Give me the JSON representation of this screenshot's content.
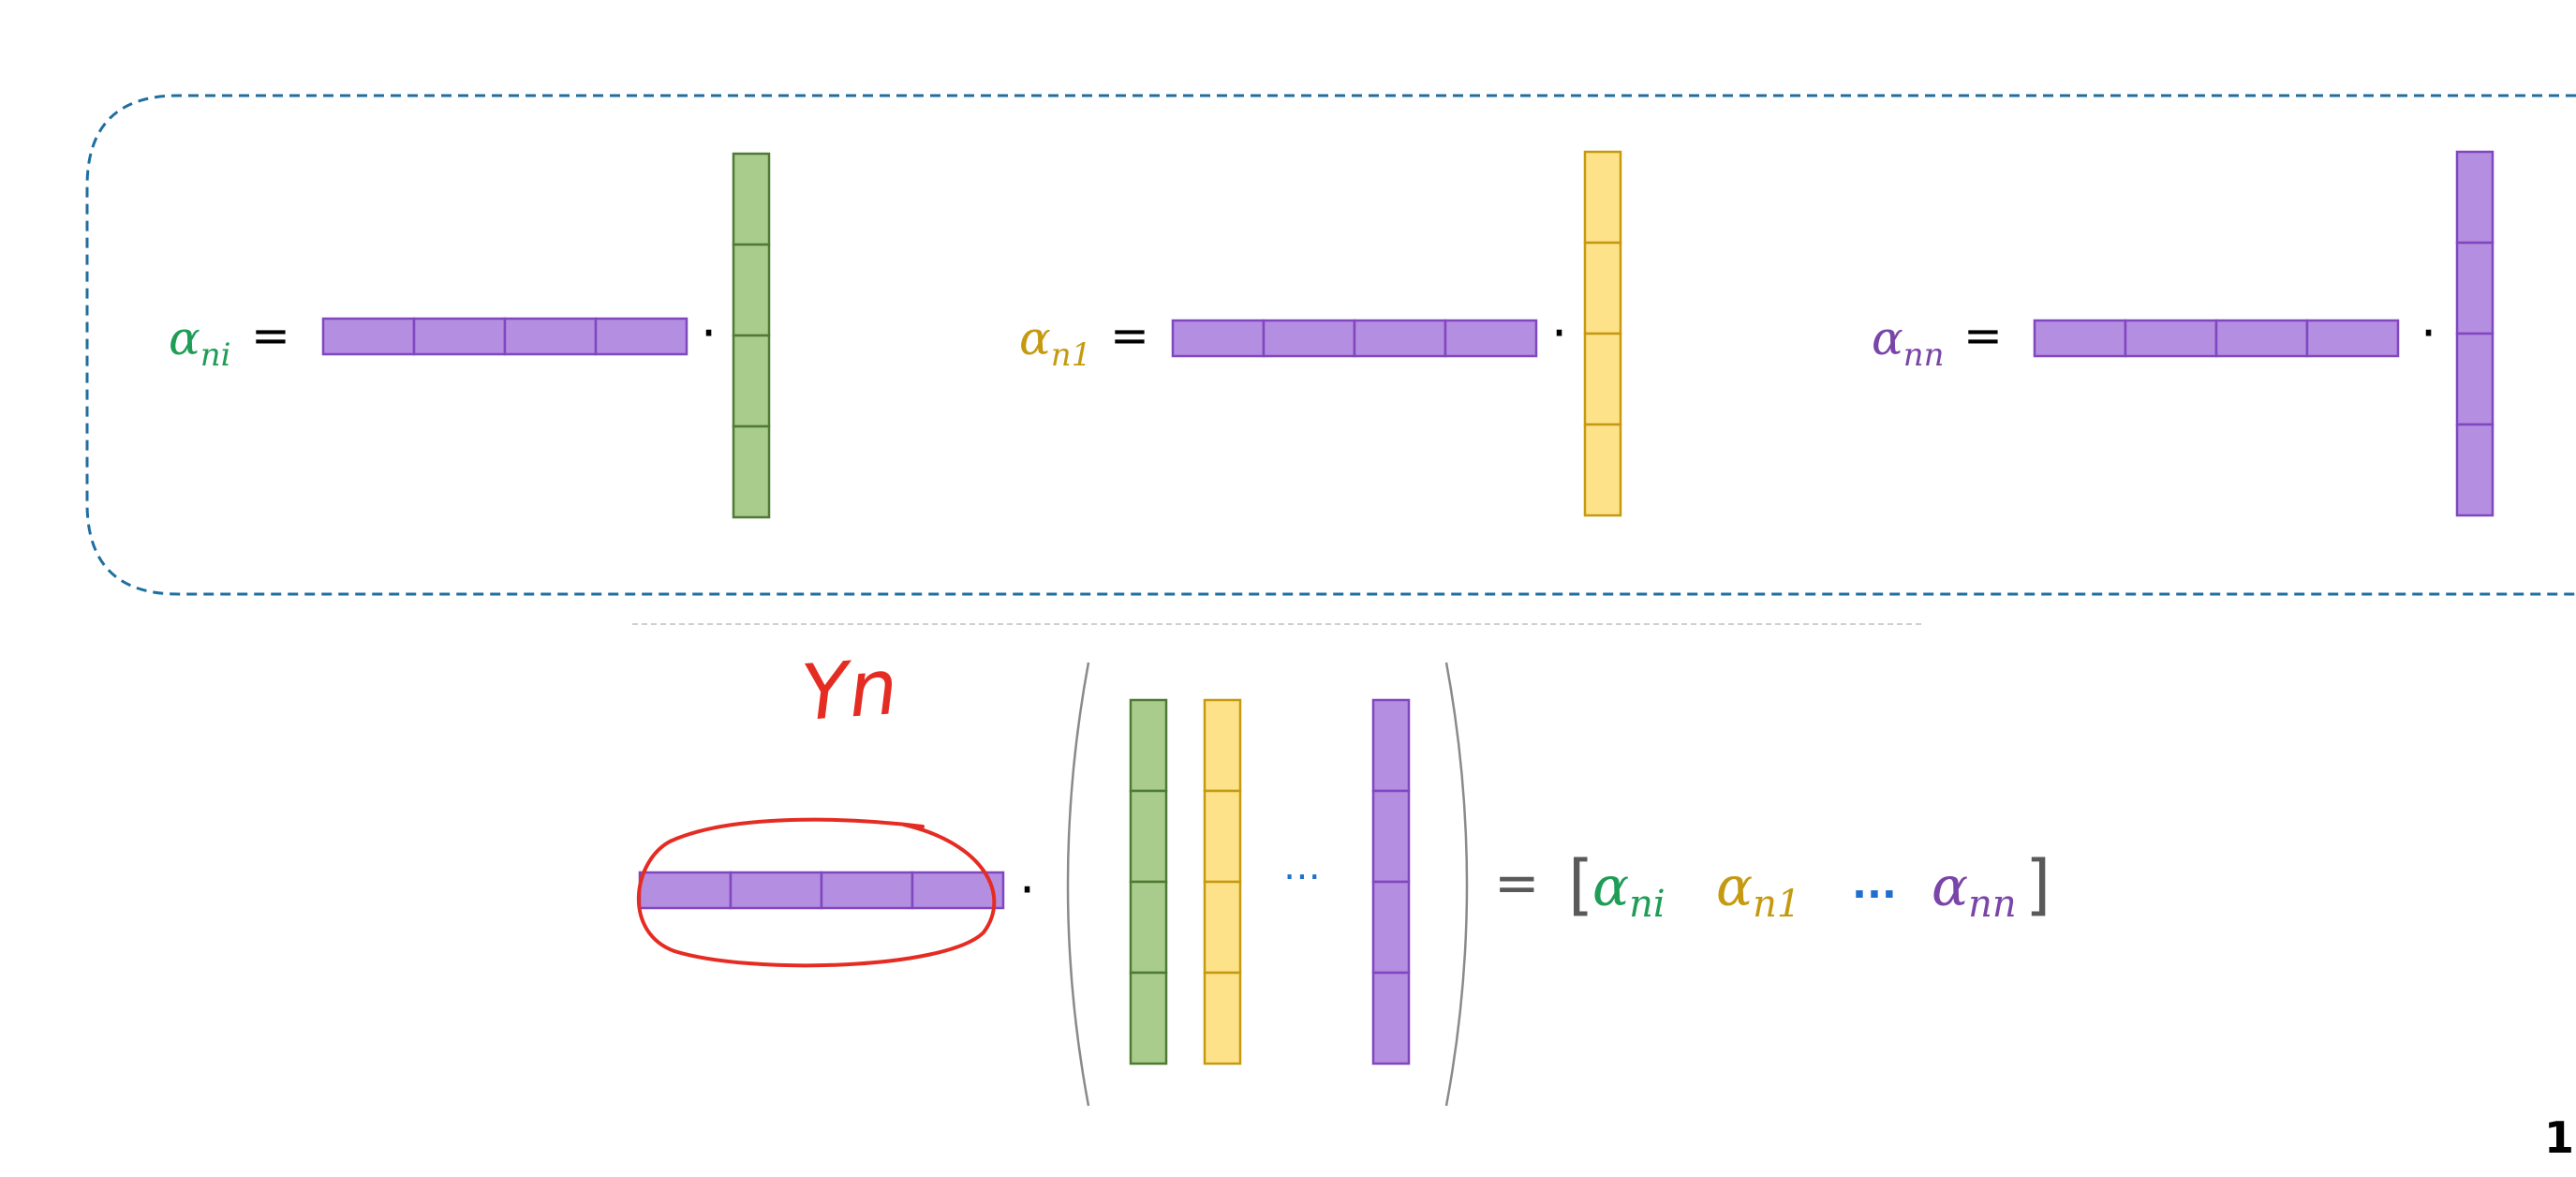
{
  "colors": {
    "green_fill": "#a9cc8d",
    "green_stroke": "#4f7a33",
    "yellow_fill": "#fde28a",
    "yellow_stroke": "#c59a10",
    "purple_fill": "#b48ee0",
    "purple_stroke": "#8047c1",
    "dashed_border": "#1f6ea0",
    "annotation_red": "#e52c23",
    "label_green": "#1f9d57",
    "label_yellow": "#c59a10",
    "label_purple": "#7a45a8",
    "ellipsis_blue": "#1f6fcf",
    "text_gray": "#595959"
  },
  "top_equations": [
    {
      "sym": "α",
      "sub": "ni",
      "eq": "=",
      "dot": "·",
      "color_key": "green"
    },
    {
      "sym": "α",
      "sub": "n1",
      "eq": "=",
      "dot": "·",
      "color_key": "yellow"
    },
    {
      "sym": "α",
      "sub": "nn",
      "eq": "=",
      "dot": "·",
      "color_key": "purple"
    }
  ],
  "bottom": {
    "dot": "·",
    "column_ellipsis": "⋯",
    "equals": "=",
    "bracket_open": "[",
    "bracket_close": "]",
    "result": [
      {
        "sym": "α",
        "sub": "ni",
        "color_key": "green"
      },
      {
        "sym": "α",
        "sub": "n1",
        "color_key": "yellow"
      },
      {
        "sym": "...",
        "sub": "",
        "color_key": "ellipsis"
      },
      {
        "sym": "α",
        "sub": "nn",
        "color_key": "purple"
      }
    ]
  },
  "annotation": {
    "text": "Yn"
  },
  "page_number": "1"
}
